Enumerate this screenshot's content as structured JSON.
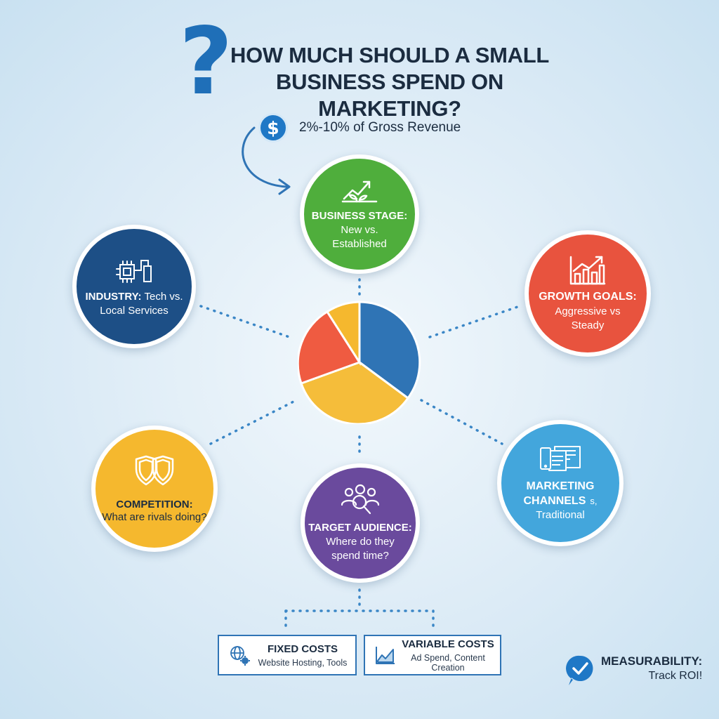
{
  "title": {
    "line1": "How much should a small",
    "line2": "business spend on marketing?"
  },
  "revenue_note": "2%-10% of Gross Revenue",
  "icons": {
    "question": "question-mark-icon",
    "dollar": "dollar-icon",
    "growth": "plant-growth-arrow-icon",
    "chip": "circuit-chip-icon",
    "bar_chart": "bar-chart-icon",
    "shield": "shield-icon",
    "audience": "audience-search-icon",
    "devices": "devices-icon",
    "globe_gear": "globe-gear-icon",
    "line_chart": "line-chart-icon",
    "check": "check-badge-icon"
  },
  "factors": {
    "business_stage": {
      "label": "Business Stage:",
      "text1": "New vs.",
      "text2": "Established"
    },
    "industry": {
      "label": "Industry:",
      "text1": "Tech vs.",
      "text2": "Local Services"
    },
    "growth_goals": {
      "label": "Growth Goals:",
      "text1": "Aggressive vs",
      "text2": "Steady"
    },
    "competition": {
      "label": "Competition:",
      "text1": "What are rivals doing?"
    },
    "target_audience": {
      "label": "Target Audience:",
      "text1": "Where do they",
      "text2": "spend time?"
    },
    "marketing_channels": {
      "label1": "Marketing",
      "label2": "Channels",
      "label_suffix": "s,",
      "text1": "Traditional"
    }
  },
  "costs": {
    "fixed": {
      "title": "Fixed Costs",
      "subtitle": "Website Hosting, Tools"
    },
    "variable": {
      "title": "Variable Costs",
      "subtitle": "Ad Spend, Content Creation"
    }
  },
  "measurability": {
    "title": "Measurability:",
    "subtitle": "Track ROI!"
  },
  "colors": {
    "green": "#4fae3c",
    "navy": "#1d4f86",
    "red": "#e8533e",
    "yellow": "#f5b82e",
    "purple": "#6a4a9d",
    "sky": "#43a6dc",
    "pie_blue": "#2f74b5",
    "pie_yellow": "#f5bd3a",
    "pie_red": "#ef5b41",
    "pie_gold": "#f5b82e"
  }
}
